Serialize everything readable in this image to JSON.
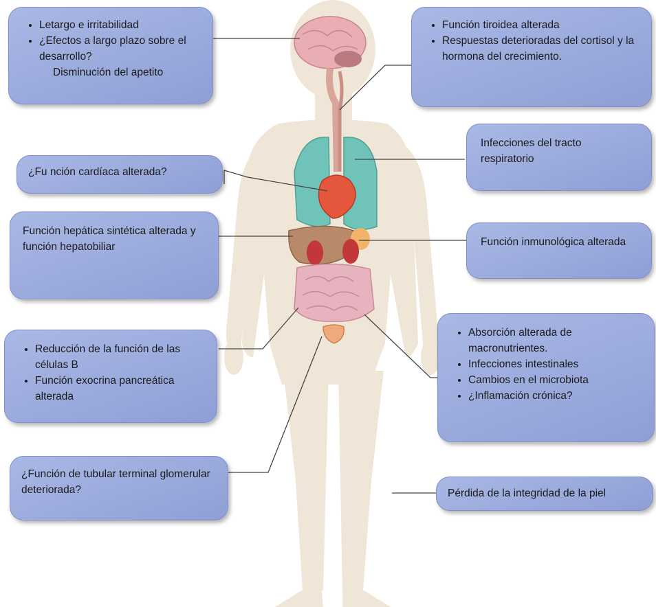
{
  "boxes": {
    "brain": {
      "bullets": [
        "Letargo e irritabilidad",
        "¿Efectos a largo plazo sobre el desarrollo?"
      ],
      "extra": "Disminución del apetito"
    },
    "thyroid": {
      "bullets": [
        "Función tiroidea alterada",
        "Respuestas deterioradas del cortisol y la hormona del crecimiento."
      ]
    },
    "respiratory": {
      "text": "Infecciones del tracto respiratorio"
    },
    "cardiac": {
      "text": "¿Fu nción cardíaca alterada?"
    },
    "hepatic": {
      "text": "Función hepática sintética alterada y función hepatobiliar"
    },
    "immune": {
      "text": "Función inmunológica alterada"
    },
    "pancreas": {
      "bullets": [
        "Reducción de la función de las células B",
        "Función exocrina pancreática alterada"
      ]
    },
    "intestine": {
      "bullets": [
        "Absorción alterada de macronutrientes.",
        "Infecciones intestinales",
        "Cambios en el microbiota",
        "¿Inflamación crónica?"
      ]
    },
    "kidney": {
      "text": "¿Función de tubular terminal glomerular deteriorada?"
    },
    "skin": {
      "text": "Pérdida de la integridad de la piel"
    }
  },
  "colors": {
    "box_fill": "#99a9dd",
    "body_fill": "#efe6d8",
    "lungs": "#6fc3b8",
    "heart": "#e4573c",
    "liver": "#b98a6a",
    "intestine": "#e7b3bf",
    "brain": "#e8aeb4",
    "leader_line": "#444444"
  }
}
